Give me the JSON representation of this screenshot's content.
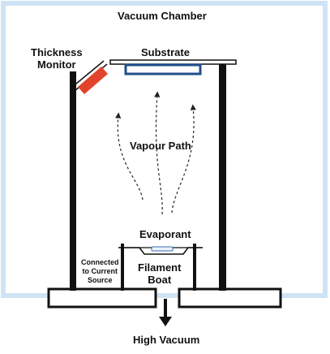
{
  "labels": {
    "vacuum_chamber": "Vacuum Chamber",
    "substrate": "Substrate",
    "thickness_monitor": "Thickness\nMonitor",
    "vapour_path": "Vapour Path",
    "evaporant": "Evaporant",
    "filament_boat": "Filament\nBoat",
    "connected_current": "Connected\nto Current\nSource",
    "high_vacuum": "High Vacuum"
  },
  "colors": {
    "chamber_border": "#cfe3f6",
    "frame": "#111111",
    "substrate": "#1f4e8c",
    "monitor": "#e2442b",
    "arrow": "#222222"
  }
}
